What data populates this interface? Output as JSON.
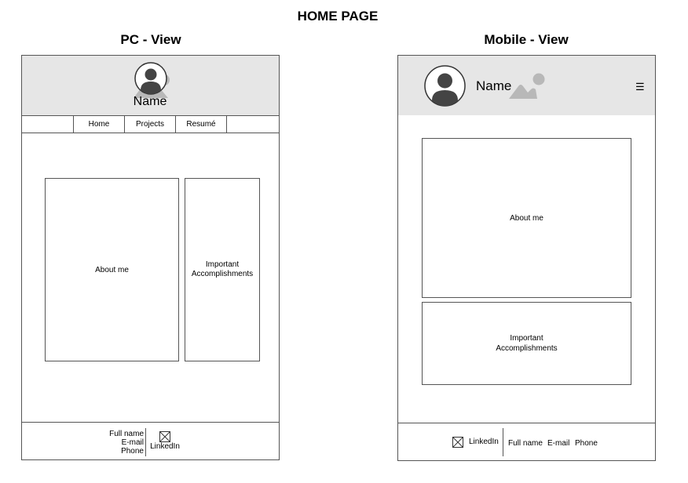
{
  "page_title": "HOME PAGE",
  "pc": {
    "title": "PC - View",
    "header": {
      "name": "Name"
    },
    "nav": [
      "Home",
      "Projects",
      "Resumé"
    ],
    "about": "About me",
    "accomplishments": "Important Accomplishments",
    "footer": {
      "full_name": "Full name",
      "email": "E-mail",
      "phone": "Phone",
      "linkedin": "LinkedIn"
    }
  },
  "mobile": {
    "title": "Mobile - View",
    "header": {
      "name": "Name",
      "menu_icon": "☰"
    },
    "about": "About me",
    "accomplishments": "Important Accomplishments",
    "footer": {
      "linkedin": "LinkedIn",
      "full_name": "Full name",
      "email": "E-mail",
      "phone": "Phone"
    }
  },
  "icons": {
    "avatar": "user-avatar-icon",
    "image_placeholder": "image-placeholder-icon",
    "linkedin": "linkedin-icon",
    "menu": "hamburger-menu-icon"
  }
}
